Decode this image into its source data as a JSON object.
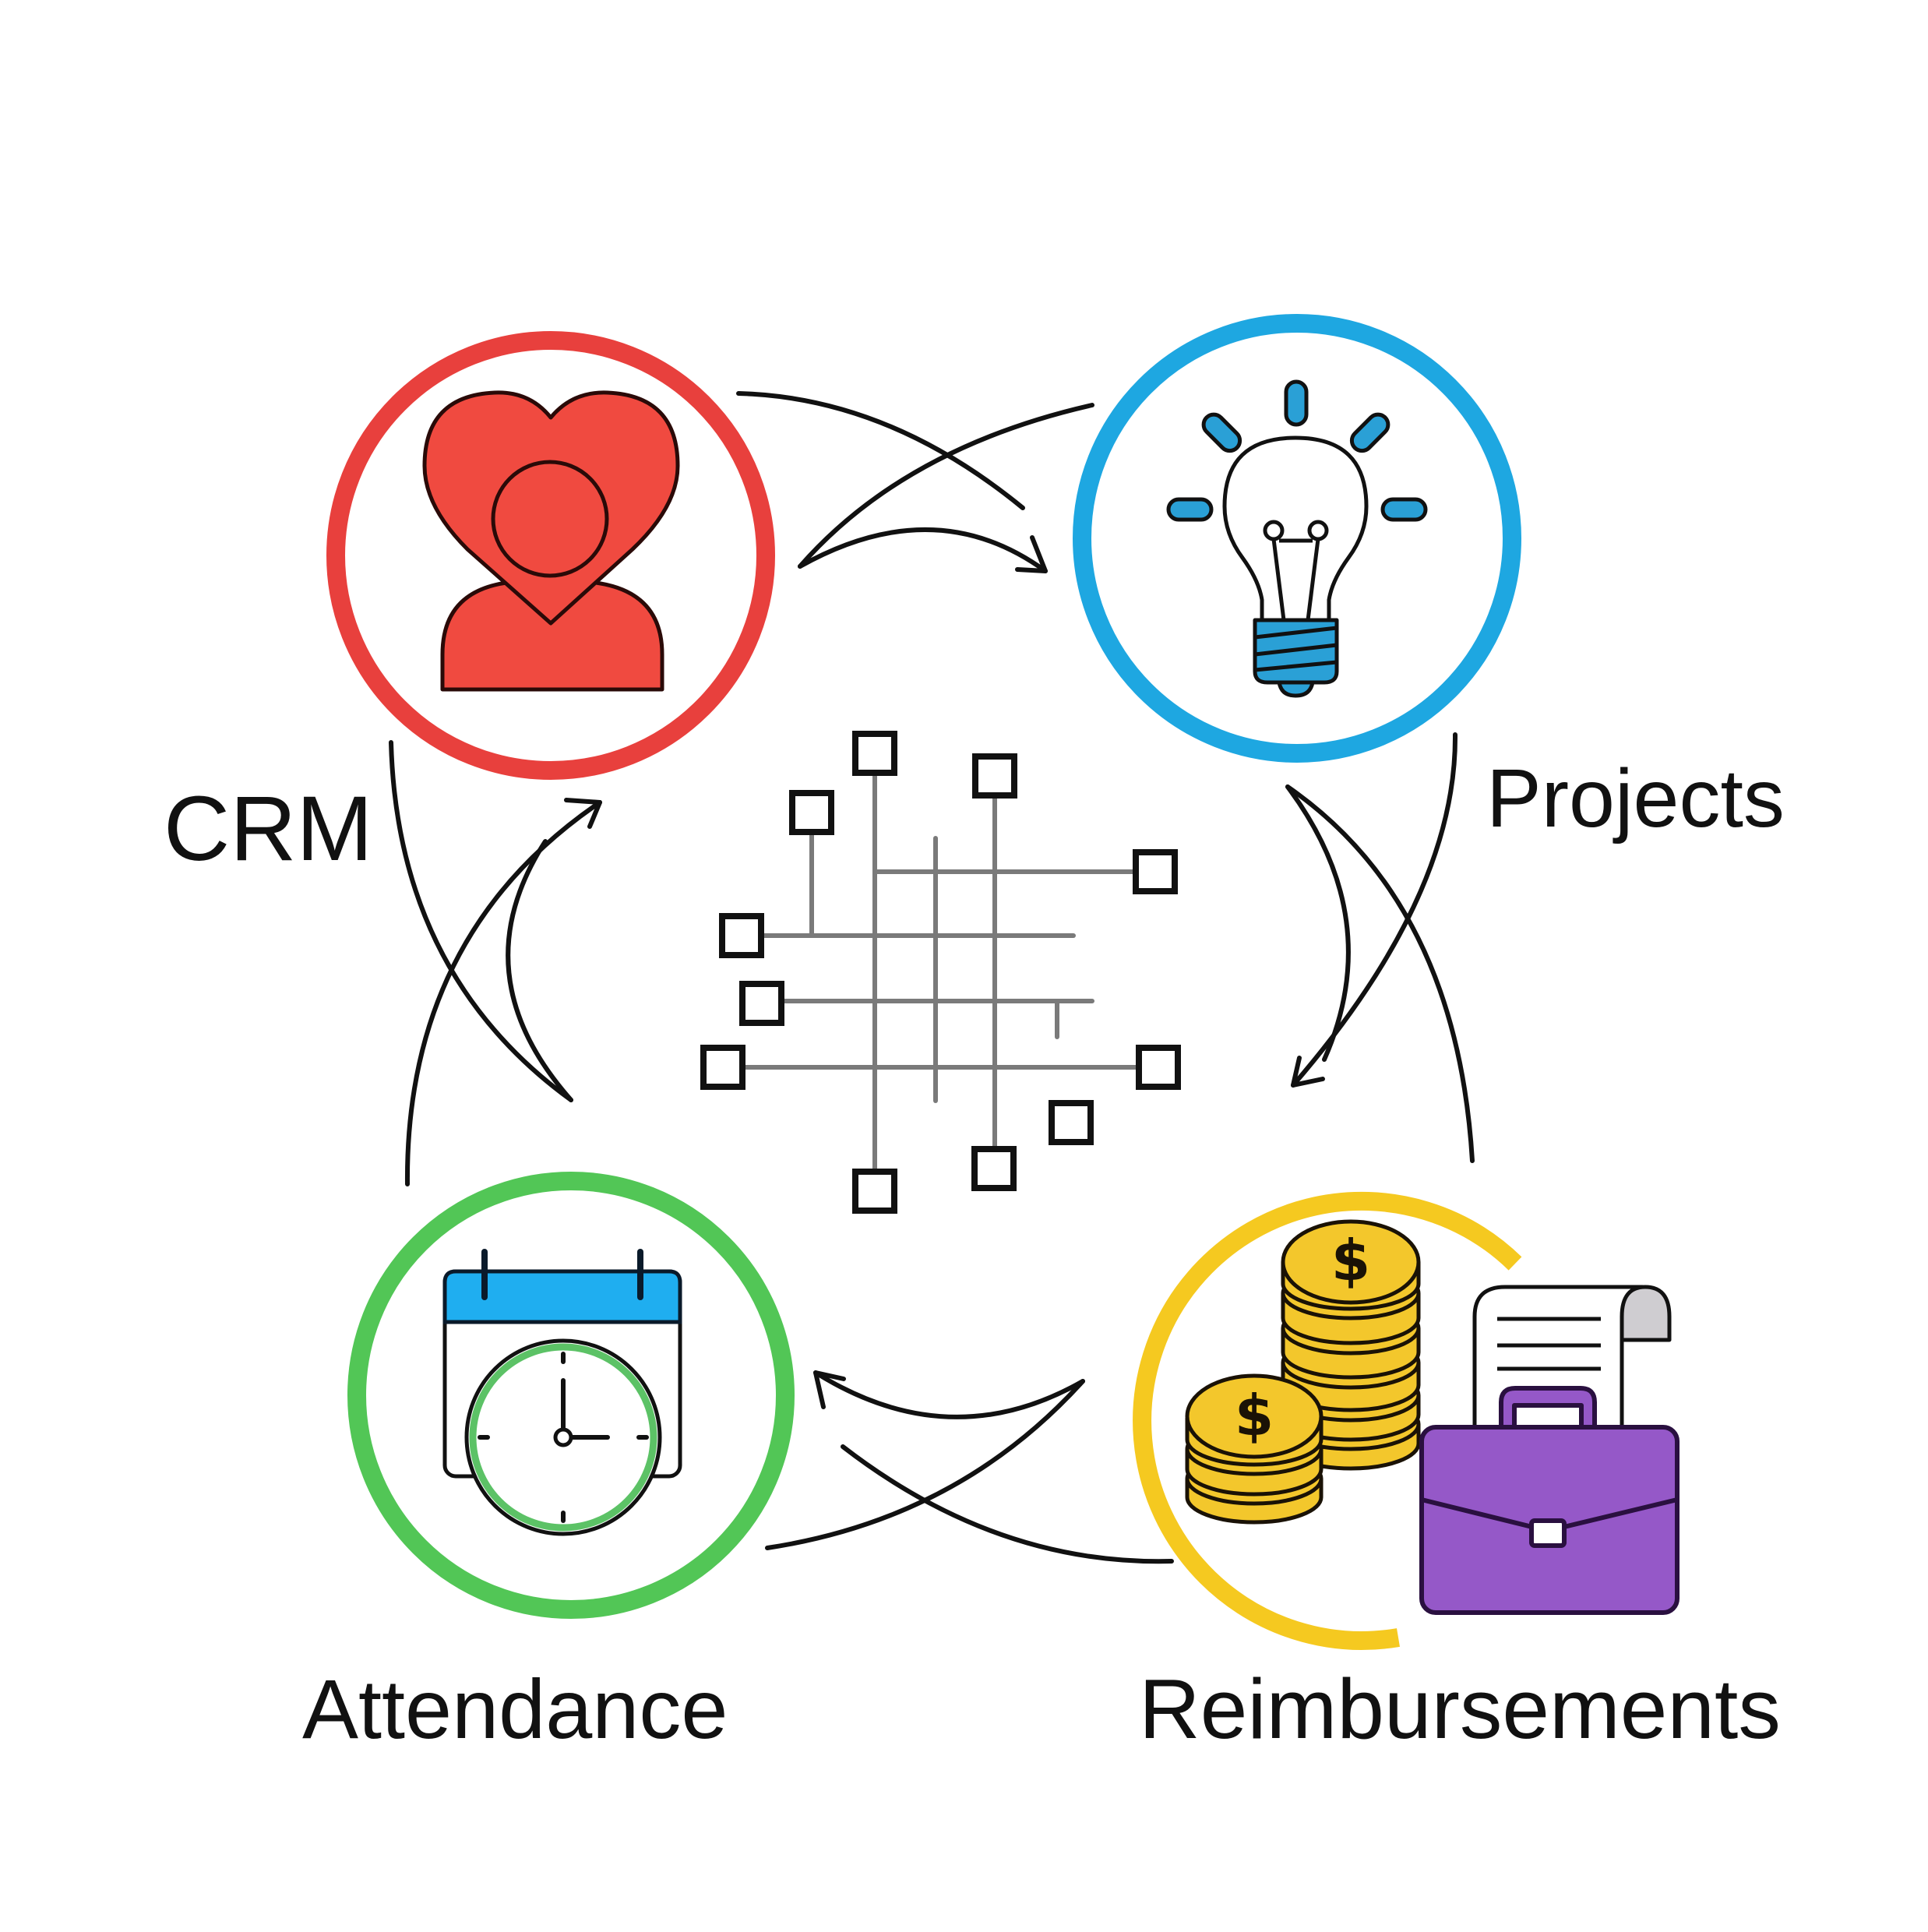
{
  "diagram": {
    "type": "cycle",
    "center_icon": "network-grid-icon",
    "nodes": [
      {
        "id": "crm",
        "label": "CRM",
        "icon": "heart-person-icon",
        "ring_color": "#e8403d",
        "fill_color": "#f04a40",
        "position": "top-left"
      },
      {
        "id": "projects",
        "label": "Projects",
        "icon": "lightbulb-icon",
        "ring_color": "#1ea7e1",
        "fill_color": "#2aa0d6",
        "position": "top-right"
      },
      {
        "id": "reimbursements",
        "label": "Reimbursements",
        "icon": "coins-receipt-briefcase-icon",
        "ring_color": "#f5c920",
        "fill_color": "#f3c72c",
        "accent_color": "#9558c8",
        "position": "bottom-right"
      },
      {
        "id": "attendance",
        "label": "Attendance",
        "icon": "calendar-clock-icon",
        "ring_color": "#52c656",
        "fill_color": "#1faef0",
        "position": "bottom-left"
      }
    ],
    "connections": [
      {
        "from": "crm",
        "to": "projects"
      },
      {
        "from": "projects",
        "to": "reimbursements"
      },
      {
        "from": "reimbursements",
        "to": "attendance"
      },
      {
        "from": "attendance",
        "to": "crm"
      }
    ],
    "coin_symbol": "$"
  }
}
